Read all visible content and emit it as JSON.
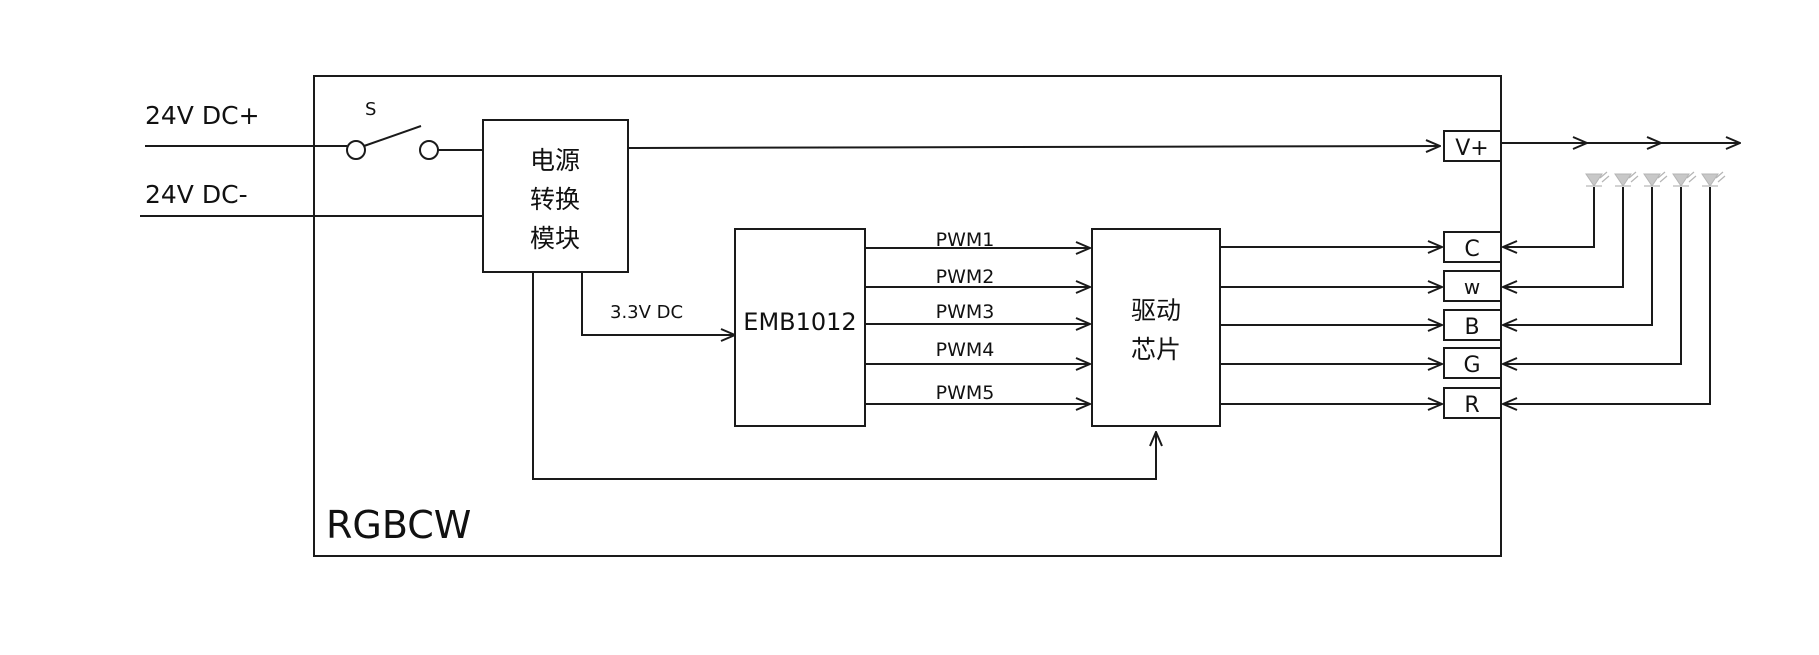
{
  "inputs": {
    "positive": "24V DC+",
    "negative": "24V DC-"
  },
  "switch_label": "S",
  "power_module": [
    "电源",
    "转换",
    "模块"
  ],
  "mcu_label": "EMB1012",
  "mcu_supply_label": "3.3V DC",
  "pwm_labels": [
    "PWM1",
    "PWM2",
    "PWM3",
    "PWM4",
    "PWM5"
  ],
  "driver_chip": [
    "驱动",
    "芯片"
  ],
  "terminals": [
    "V+",
    "C",
    "w",
    "B",
    "G",
    "R"
  ],
  "enclosure_label": "RGBCW"
}
